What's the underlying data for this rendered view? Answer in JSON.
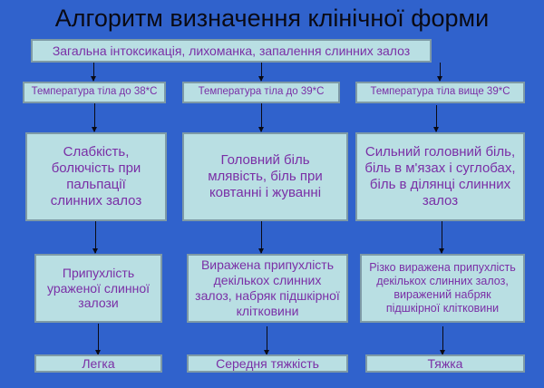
{
  "title": "Алгоритм визначення клінічної форми",
  "root": {
    "label": "Загальна інтоксикація, лихоманка, запалення слинних залоз"
  },
  "columns": [
    {
      "temperature": "Температура тіла до 38*С",
      "symptoms": "Слабкість, болючість при пальпації слинних залоз",
      "swelling": "Припухлість ураженої слинної залози",
      "outcome": "Легка"
    },
    {
      "temperature": "Температура тіла до 39*С",
      "symptoms": "Головний біль млявість, біль при ковтанні і жуванні",
      "swelling": "Виражена припухлість декількох слинних залоз, набряк підшкірної клітковини",
      "outcome": "Середня тяжкість"
    },
    {
      "temperature": "Температура тіла вище 39*С",
      "symptoms": "Сильний головний біль, біль в м'язах і суглобах, біль в ділянці слинних залоз",
      "swelling": "Різко виражена припухлість декількох слинних залоз, виражений набряк підшкірної клітковини",
      "outcome": "Тяжка"
    }
  ],
  "colors": {
    "background": "#3062cc",
    "box_fill": "#b9dfe3",
    "box_border": "#7e9aa6",
    "text": "#7a2fa6",
    "title_text": "#0a0a14",
    "arrow": "#0a0a14"
  }
}
